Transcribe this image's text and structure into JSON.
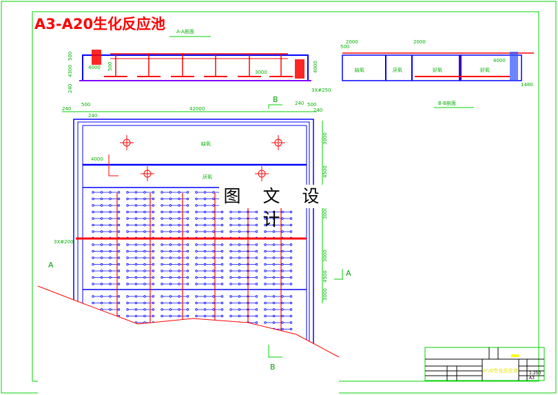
{
  "title": "A3-A20生化反应池",
  "section_aa": {
    "label": "A-A剖面",
    "dims": [
      "500",
      "4300",
      "240",
      "4000",
      "500",
      "3000",
      "4000"
    ],
    "pipe_note": "3X#250"
  },
  "section_bb": {
    "label": "B-B剖面",
    "zones": [
      "缺氧",
      "厌氧",
      "好氧",
      "好氧"
    ],
    "dims": [
      "500",
      "2000",
      "2000",
      "4000",
      "1480"
    ]
  },
  "plan": {
    "zones": [
      "缺氧",
      "厌氧"
    ],
    "section_marks": {
      "b": "B",
      "a": "A"
    },
    "dims_top": [
      "240",
      "500",
      "240",
      "42000",
      "240",
      "500",
      "240"
    ],
    "dims_right": [
      "3000",
      "4500",
      "3000",
      "3000",
      "4500",
      "3000"
    ],
    "dim_inner": "4000",
    "pipe_note": "3X#200"
  },
  "watermark": "图 文 设 计",
  "title_block": {
    "drawing_name": "A²/O生化反应池",
    "scale": "1:250",
    "sheet": "A3"
  },
  "colors": {
    "frame": "#00d000",
    "wall": "#0000ff",
    "pipe": "#ff0000",
    "dim": "#00b000",
    "title": "#ff0000",
    "block_text": "#ffff00"
  }
}
